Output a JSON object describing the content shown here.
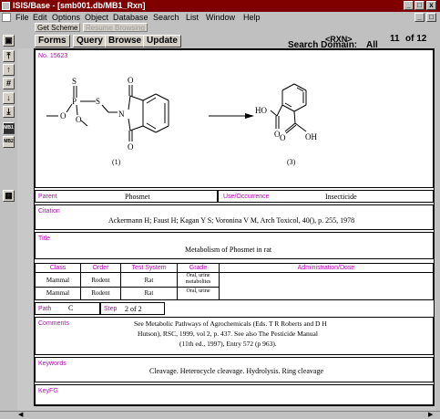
{
  "window": {
    "title": "ISIS/Base - [smb001.db/MB1_Rxn]",
    "minimize": "_",
    "restore": "□",
    "close": "x"
  },
  "menu": [
    "File",
    "Edit",
    "Options",
    "Object",
    "Database",
    "Search",
    "List",
    "Window",
    "Help"
  ],
  "toolbar": {
    "get_scheme": "Get Scheme",
    "resume_browsing": "Resume Browsing",
    "forms": "Forms",
    "query": "Query",
    "browse": "Browse",
    "update": "Update",
    "rxn": "<RXN>",
    "search_domain_label": "Search Domain:",
    "search_domain_value": "All",
    "record_position": "11",
    "record_of": "of 12"
  },
  "left_toolbar": [
    "MB1",
    "MB2"
  ],
  "record": {
    "number_label": "No. 15623",
    "reactant_label": "(1)",
    "product_label": "(3)",
    "atoms": {
      "s_top": "S",
      "p": "P",
      "s_link": "S",
      "o_left": "O",
      "o_methoxy": "O",
      "n": "N",
      "o_imide_top": "O",
      "o_imide_bottom": "O",
      "ho": "HO",
      "o_acid1": "O",
      "o_acid2": "O",
      "oh": "OH"
    },
    "parent_label": "Parent",
    "parent_value": "Phosmet",
    "use_label": "Use/Occurrence",
    "use_value": "Insecticide",
    "citation_label": "Citation",
    "citation_value": "Ackermann H; Faust H; Kagan Y S; Voronina V M, Arch Toxicol, 40(), p. 255, 1978",
    "title_label": "Title",
    "title_value": "Metabolism of Phosmet in rat",
    "table": {
      "headers": [
        "Class",
        "Order",
        "Test System",
        "Grade",
        "Administration/Dose"
      ],
      "rows": [
        {
          "class": "Mammal",
          "order": "Rodent",
          "test_system": "Rat",
          "grade": "Oral, urine metabolites",
          "dose": ""
        },
        {
          "class": "Mammal",
          "order": "Rodent",
          "test_system": "Rat",
          "grade": "Oral, urine",
          "dose": ""
        }
      ]
    },
    "path_label": "Path",
    "path_value": "C",
    "step_label": "Step",
    "step_value": "2 of 2",
    "comments_label": "Comments",
    "comments_line1": "See Metabolic Pathways of Agrochemicals (Eds. T R Roberts and D H",
    "comments_line2": "Hutson), RSC, 1999, vol 2, p. 437. See also The Pesticide Manual",
    "comments_line3": "(11th ed., 1997), Entry 572 (p 963).",
    "keywords_label": "Keywords",
    "keywords_value": "Cleavage. Heterocycle cleavage. Hydrolysis. Ring cleavage",
    "keyfg_label": "KeyFG"
  }
}
